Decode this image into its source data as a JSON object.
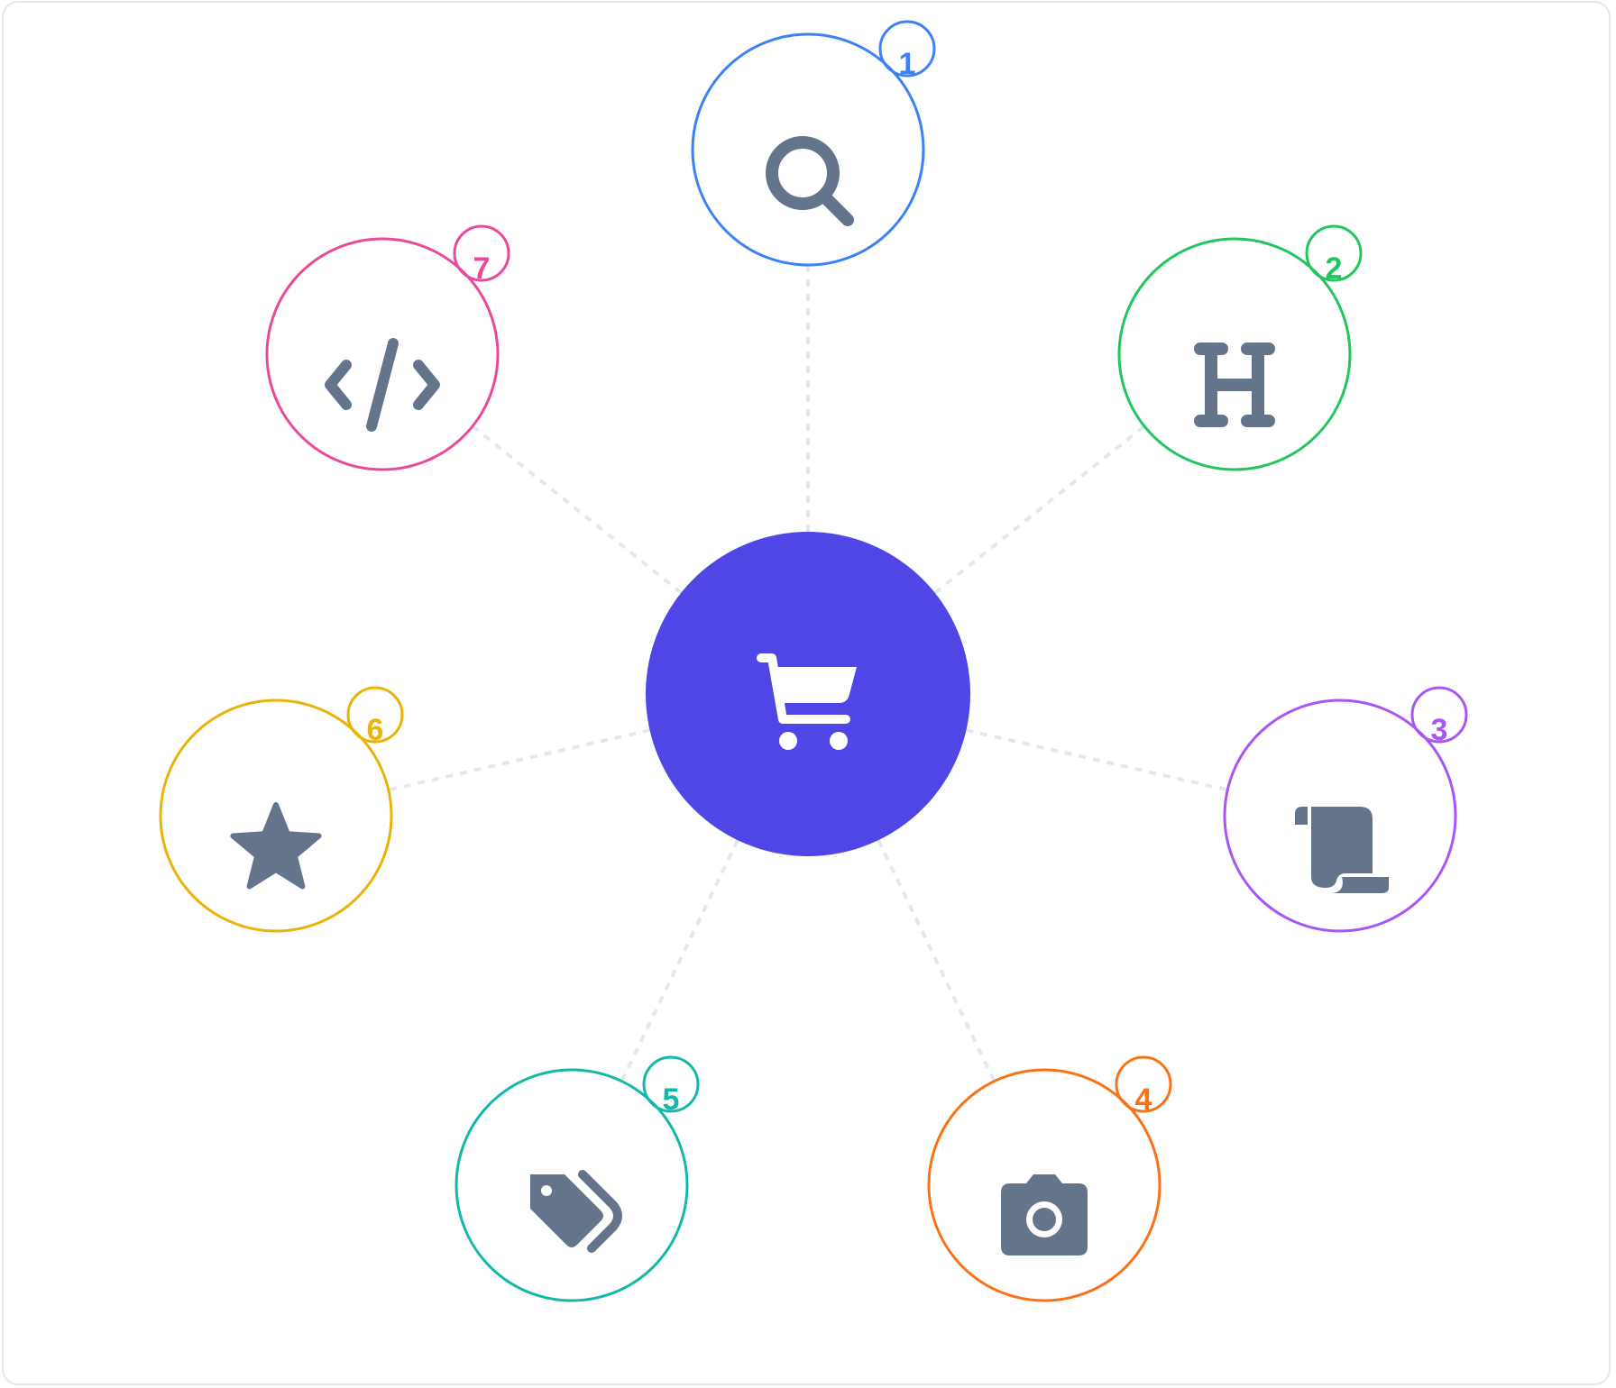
{
  "hub": {
    "icon": "shopping-cart-icon",
    "fill": "#4f46e5",
    "icon_color": "#ffffff"
  },
  "connector_color": "#e2e8f0",
  "icon_color": "#64748b",
  "nodes": [
    {
      "id": "search",
      "badge": "1",
      "icon": "search-icon",
      "color": "#3b82f6"
    },
    {
      "id": "heading",
      "badge": "2",
      "icon": "heading-icon",
      "color": "#22c55e"
    },
    {
      "id": "scroll",
      "badge": "3",
      "icon": "scroll-icon",
      "color": "#a855f7"
    },
    {
      "id": "camera",
      "badge": "4",
      "icon": "camera-icon",
      "color": "#f97316"
    },
    {
      "id": "tags",
      "badge": "5",
      "icon": "tags-icon",
      "color": "#14b8a6"
    },
    {
      "id": "star",
      "badge": "6",
      "icon": "star-icon",
      "color": "#eab308"
    },
    {
      "id": "code",
      "badge": "7",
      "icon": "code-icon",
      "color": "#ec4899"
    }
  ]
}
